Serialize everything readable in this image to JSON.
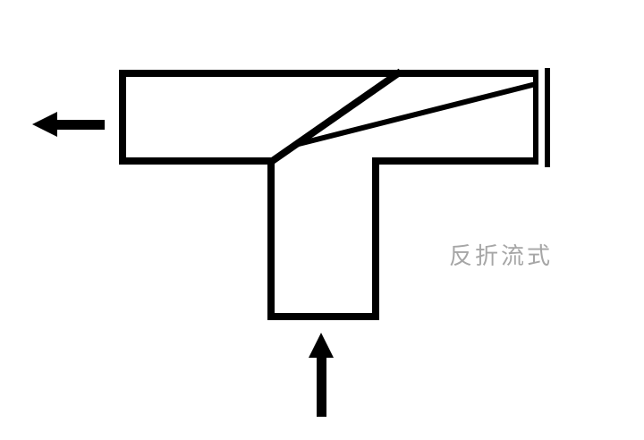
{
  "diagram": {
    "label": "反折流式",
    "colors": {
      "line": "#000000",
      "label_text": "#a6a6a6",
      "background": "#ffffff"
    },
    "icons": {
      "outlet": "left-arrow",
      "inlet": "up-arrow"
    }
  }
}
